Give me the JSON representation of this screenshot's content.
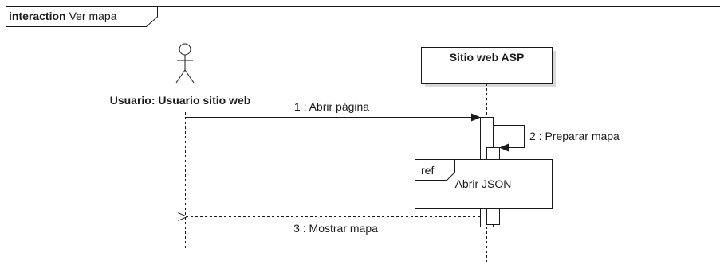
{
  "frame": {
    "keyword": "interaction",
    "name": "Ver mapa"
  },
  "lifelines": {
    "actor": {
      "label": "Usuario: Usuario sitio web",
      "icon": "stick-figure-actor-icon"
    },
    "system": {
      "label": "Sitio web ASP"
    }
  },
  "messages": {
    "m1": "1 : Abrir página",
    "m2": "2 : Preparar mapa",
    "m3": "3 : Mostrar mapa"
  },
  "ref": {
    "tag": "ref",
    "label": "Abrir JSON"
  },
  "colors": {
    "line": "#1a1a1a",
    "background": "#ffffff",
    "shadow": "#d9d9d9"
  }
}
